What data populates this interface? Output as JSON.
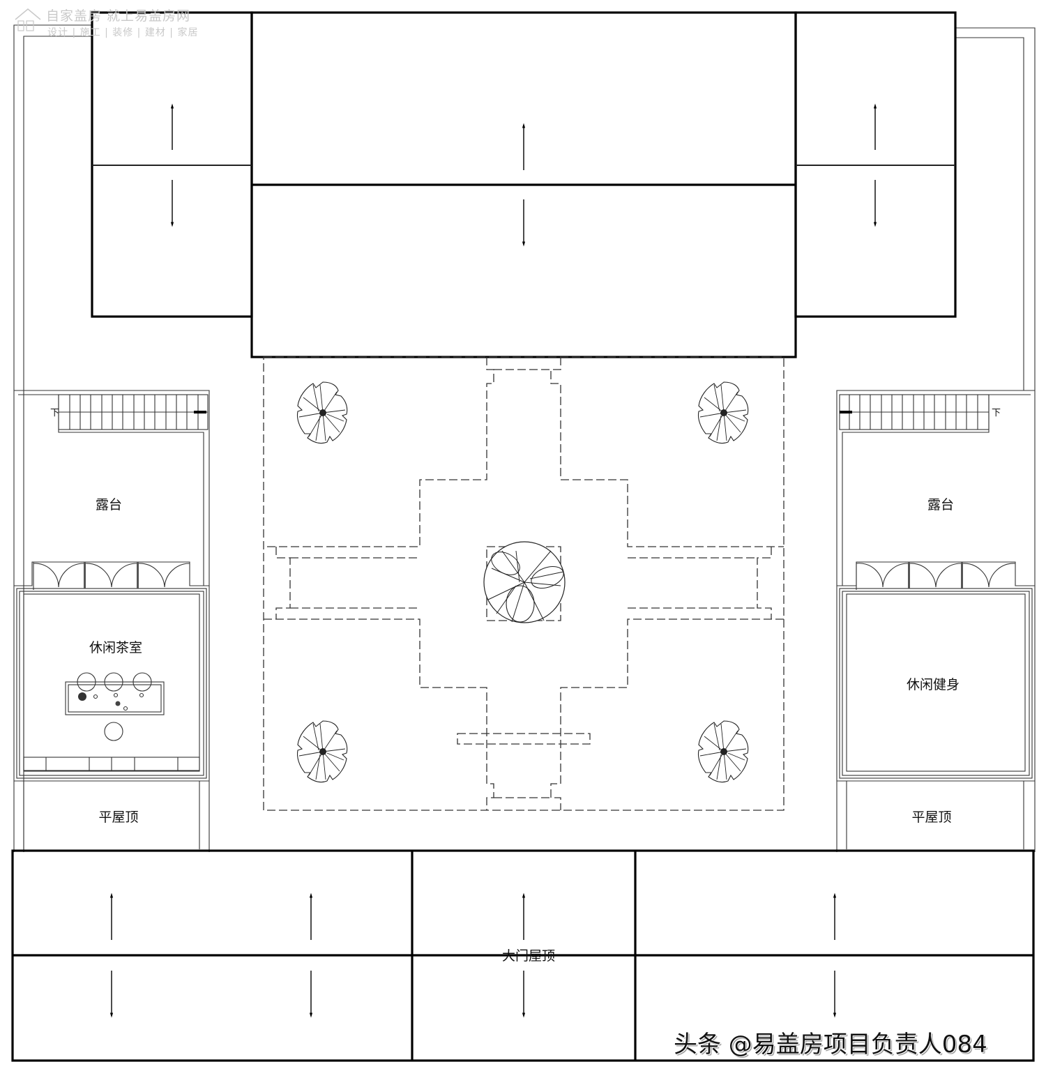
{
  "watermark": {
    "title": "自家盖房 就上易盖房网",
    "subtitle": "设计 | 施工 | 装修 | 建材 | 家居",
    "logo_icon": "house-outline-icon",
    "color": "#c9c9c9"
  },
  "credit": {
    "text": "头条 @易盖房项目负责人084"
  },
  "rooms": {
    "terrace_left": "露台",
    "terrace_right": "露台",
    "tea_room": "休闲茶室",
    "fitness_room": "休闲健身",
    "flat_roof_left": "平屋顶",
    "flat_roof_right": "平屋顶",
    "gate_roof": "大门屋顶"
  },
  "stairs": {
    "left_down_label": "下",
    "right_down_label": "下"
  },
  "symbols": {
    "slope_arrow": "roof-slope-arrow-icon",
    "tree": "tree-plan-icon",
    "door": "door-swing-icon"
  },
  "colors": {
    "line": "#000000",
    "background": "#ffffff"
  }
}
